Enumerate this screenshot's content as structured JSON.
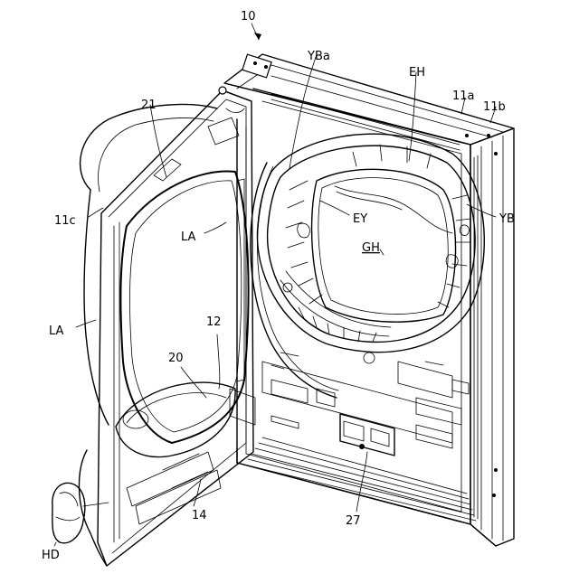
{
  "figure": {
    "labels": {
      "n10": "10",
      "YBa": "YBa",
      "EH": "EH",
      "n11a": "11a",
      "n11b": "11b",
      "n21": "21",
      "n11c": "11c",
      "EY": "EY",
      "YB": "YB",
      "LA_inner": "LA",
      "GH": "GH",
      "LA_outer": "LA",
      "n12": "12",
      "n20": "20",
      "n14": "14",
      "n27": "27",
      "HD": "HD"
    }
  }
}
